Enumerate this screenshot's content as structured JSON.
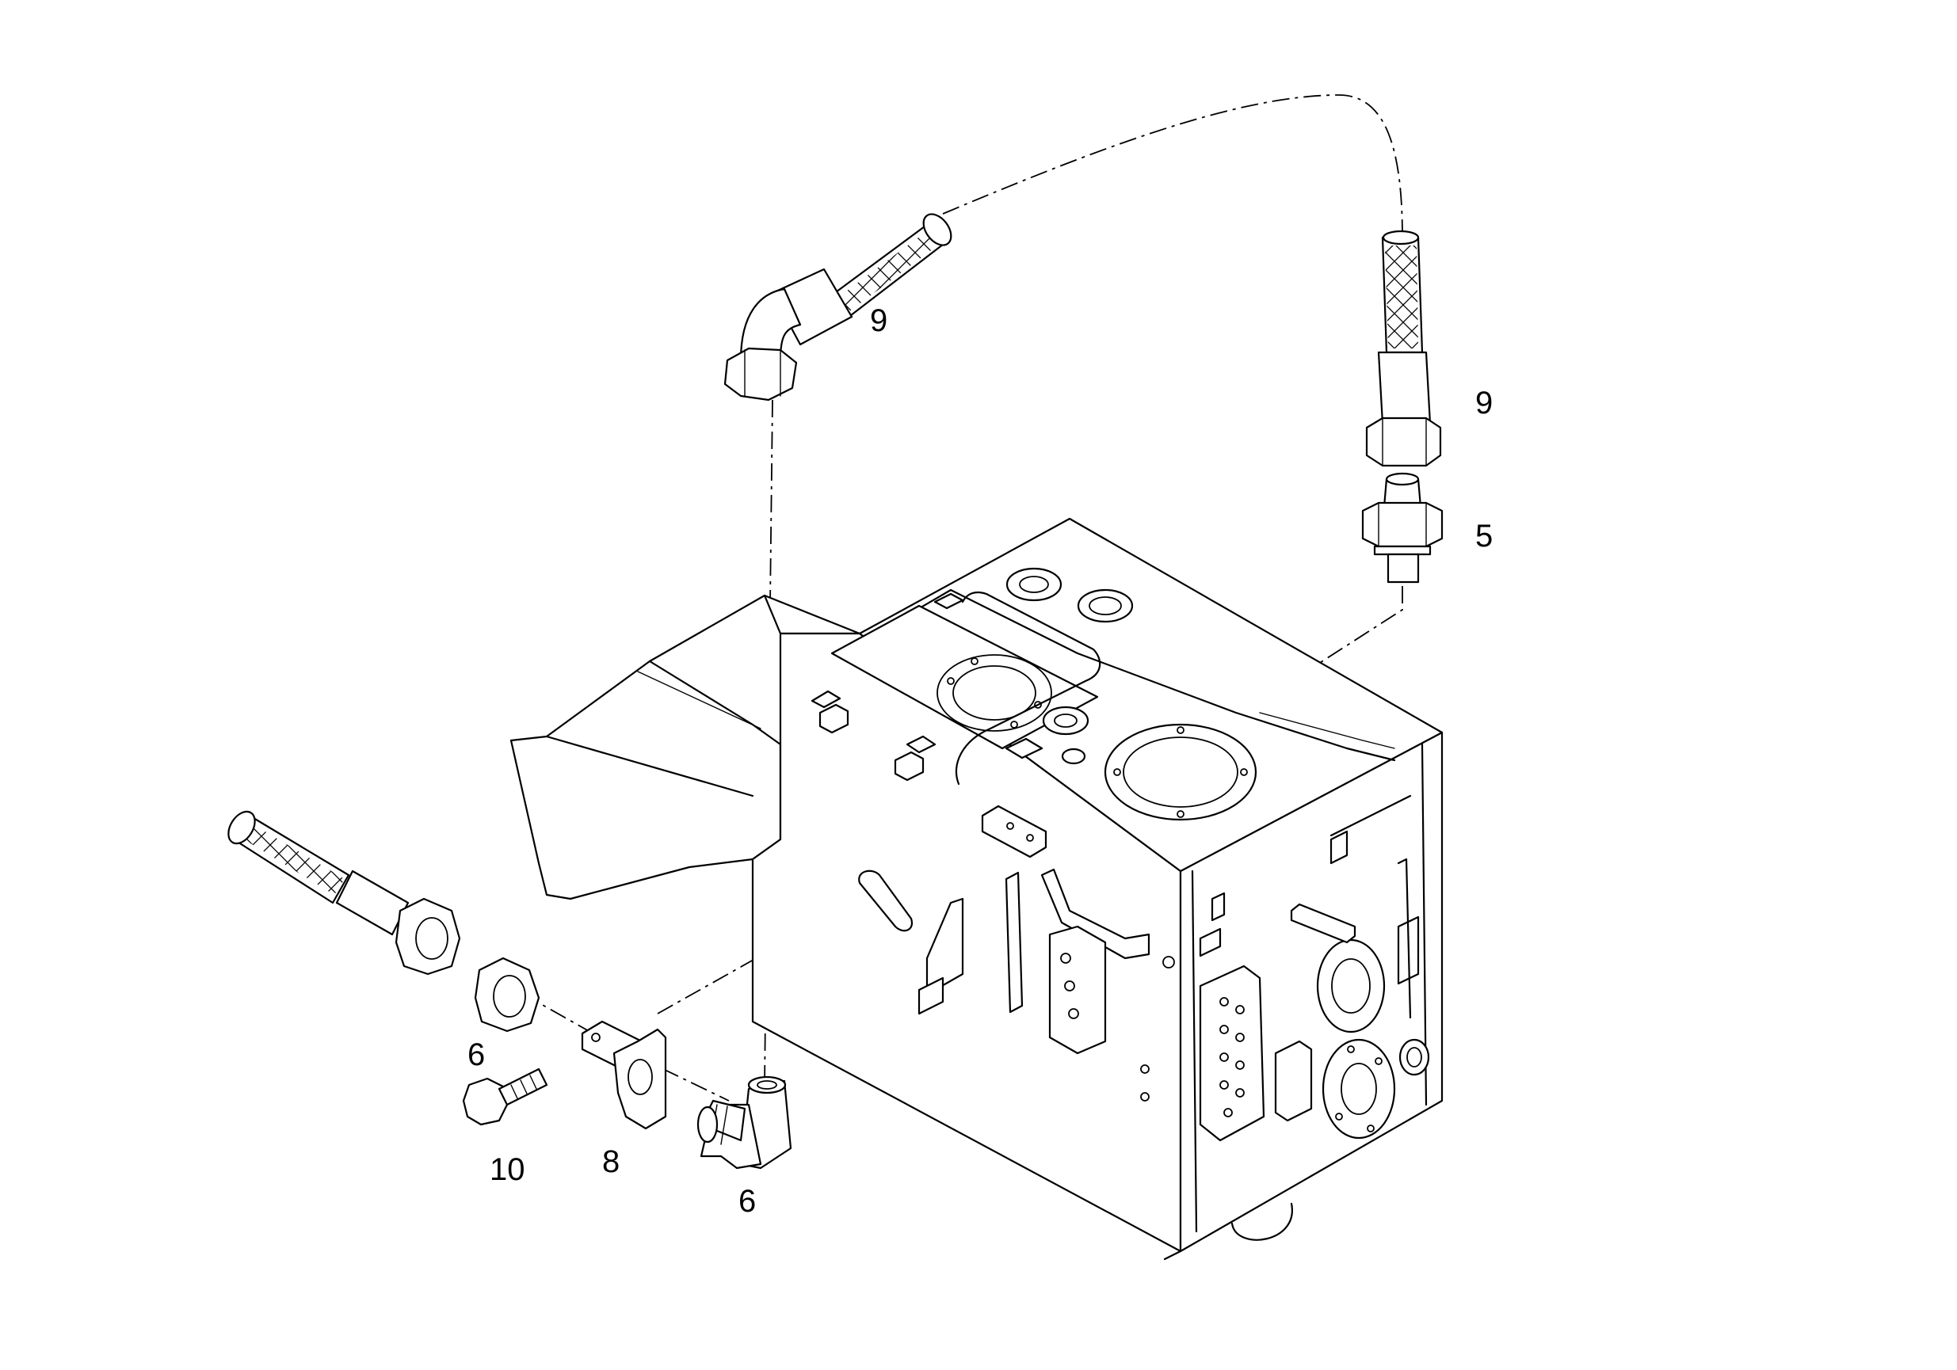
{
  "callouts": {
    "hose_top_left": "9",
    "hose_top_right": "9",
    "adapter_fitting": "5",
    "nut_left": "6",
    "elbow_fitting": "6",
    "bracket": "8",
    "bolt": "10"
  },
  "colors": {
    "line": "#000000",
    "background": "#ffffff"
  }
}
